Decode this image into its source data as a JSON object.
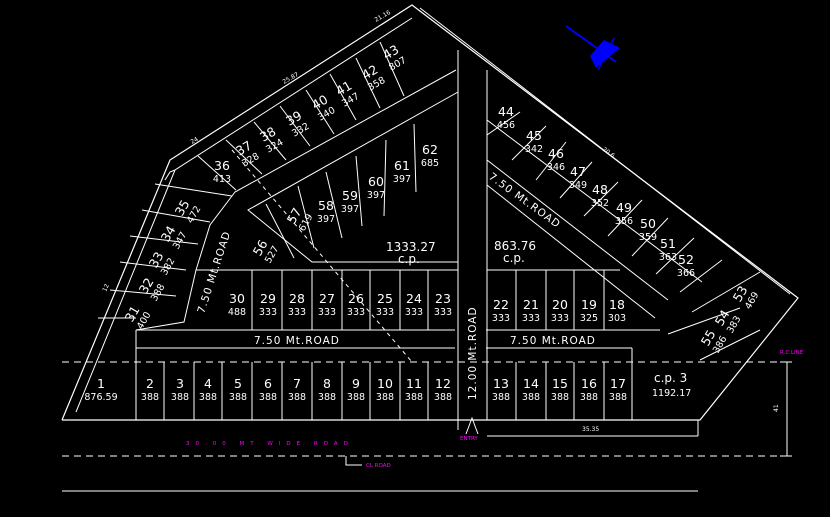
{
  "plots": [
    {
      "no": "1",
      "area": "876.59"
    },
    {
      "no": "2",
      "area": "388"
    },
    {
      "no": "3",
      "area": "388"
    },
    {
      "no": "4",
      "area": "388"
    },
    {
      "no": "5",
      "area": "388"
    },
    {
      "no": "6",
      "area": "388"
    },
    {
      "no": "7",
      "area": "388"
    },
    {
      "no": "8",
      "area": "388"
    },
    {
      "no": "9",
      "area": "388"
    },
    {
      "no": "10",
      "area": "388"
    },
    {
      "no": "11",
      "area": "388"
    },
    {
      "no": "12",
      "area": "388"
    },
    {
      "no": "13",
      "area": "388"
    },
    {
      "no": "14",
      "area": "388"
    },
    {
      "no": "15",
      "area": "388"
    },
    {
      "no": "16",
      "area": "388"
    },
    {
      "no": "17",
      "area": "388"
    },
    {
      "no": "18",
      "area": "303"
    },
    {
      "no": "19",
      "area": "325"
    },
    {
      "no": "20",
      "area": "333"
    },
    {
      "no": "21",
      "area": "333"
    },
    {
      "no": "22",
      "area": "333"
    },
    {
      "no": "23",
      "area": "333"
    },
    {
      "no": "24",
      "area": "333"
    },
    {
      "no": "25",
      "area": "333"
    },
    {
      "no": "26",
      "area": "333"
    },
    {
      "no": "27",
      "area": "333"
    },
    {
      "no": "28",
      "area": "333"
    },
    {
      "no": "29",
      "area": "333"
    },
    {
      "no": "30",
      "area": "488"
    },
    {
      "no": "31",
      "area": "400"
    },
    {
      "no": "32",
      "area": "388"
    },
    {
      "no": "33",
      "area": "382"
    },
    {
      "no": "34",
      "area": "347"
    },
    {
      "no": "35",
      "area": "472"
    },
    {
      "no": "36",
      "area": "413"
    },
    {
      "no": "37",
      "area": "328"
    },
    {
      "no": "38",
      "area": "324"
    },
    {
      "no": "39",
      "area": "332"
    },
    {
      "no": "40",
      "area": "340"
    },
    {
      "no": "41",
      "area": "347"
    },
    {
      "no": "42",
      "area": "358"
    },
    {
      "no": "43",
      "area": "807"
    },
    {
      "no": "44",
      "area": "456"
    },
    {
      "no": "45",
      "area": "342"
    },
    {
      "no": "46",
      "area": "346"
    },
    {
      "no": "47",
      "area": "349"
    },
    {
      "no": "48",
      "area": "352"
    },
    {
      "no": "49",
      "area": "356"
    },
    {
      "no": "50",
      "area": "359"
    },
    {
      "no": "51",
      "area": "363"
    },
    {
      "no": "52",
      "area": "366"
    },
    {
      "no": "53",
      "area": "469"
    },
    {
      "no": "54",
      "area": "383"
    },
    {
      "no": "55",
      "area": "386"
    },
    {
      "no": "56",
      "area": "527"
    },
    {
      "no": "57",
      "area": "619"
    },
    {
      "no": "58",
      "area": "397"
    },
    {
      "no": "59",
      "area": "397"
    },
    {
      "no": "60",
      "area": "397"
    },
    {
      "no": "61",
      "area": "397"
    },
    {
      "no": "62",
      "area": "685"
    }
  ],
  "common_plots": [
    {
      "area": "1333.27",
      "label": "c.p."
    },
    {
      "area": "863.76",
      "label": "c.p."
    },
    {
      "label": "c.p. 3",
      "area": "1192.17"
    }
  ],
  "roads": {
    "left": "7.50 Mt.ROAD",
    "right": "7.50 Mt.ROAD",
    "center": "12.00 Mt.ROAD",
    "diag_right": "7.50 Mt.ROAD",
    "diag_left": "7.50 Mt.ROAD"
  },
  "dimensions": [
    "21.16",
    "25.87",
    "24",
    "12",
    "20.6",
    "35.35",
    "41"
  ],
  "annotations": {
    "wide_road": "30.00 MT WIDE ROAD",
    "cl_road": "CL ROAD",
    "entry": "ENTRY",
    "ic_line": "R.C.LINE"
  },
  "colors": {
    "background": "#000000",
    "lines": "#ffffff",
    "annotation": "#ff00ff",
    "north_arrow": "#0000ff"
  },
  "icons": [
    "north-arrow-icon"
  ]
}
